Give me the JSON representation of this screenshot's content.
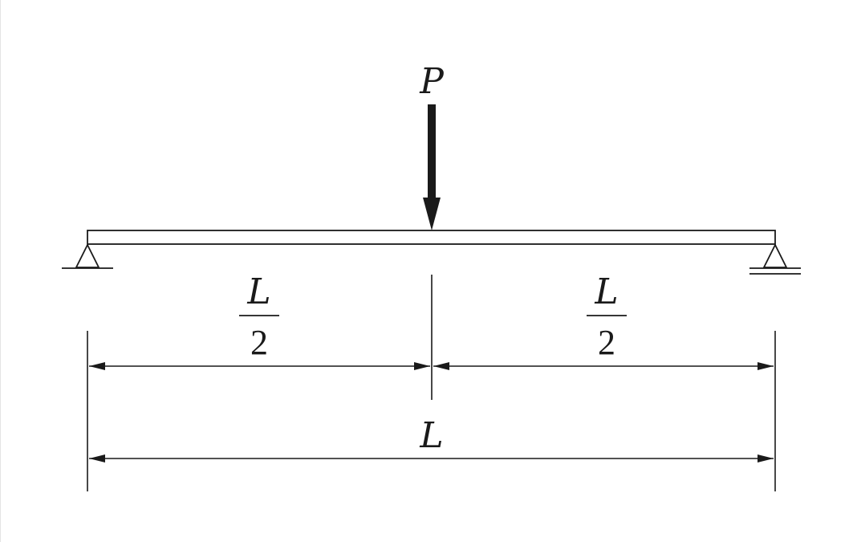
{
  "diagram": {
    "load_label": "P",
    "half_span_left": {
      "numerator": "L",
      "denominator": "2"
    },
    "half_span_right": {
      "numerator": "L",
      "denominator": "2"
    },
    "total_span_label": "L"
  },
  "colors": {
    "line": "#1a1a1a",
    "background": "#ffffff"
  }
}
